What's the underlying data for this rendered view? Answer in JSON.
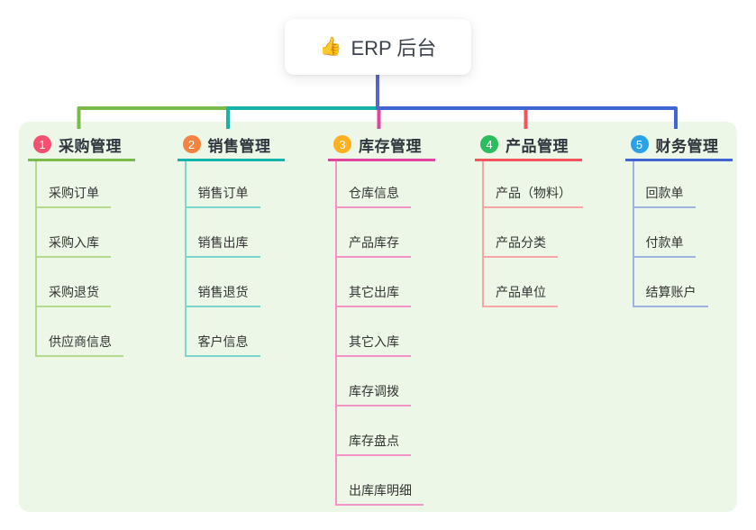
{
  "root": {
    "icon": "👍",
    "label": "ERP 后台"
  },
  "colors": {
    "panel_bg": "#ECF7E7",
    "root_trunk_line": "#5866C4",
    "root_card_bg": "#FFFFFF",
    "root_text": "#3C434C",
    "branch_title_text": "#2F353C",
    "child_text": "#333333"
  },
  "branches": [
    {
      "number": "1",
      "label": "采购管理",
      "badge_color": "#F2506E",
      "line_color": "#7ABA4B",
      "tint_color": "#B3DA8D",
      "children": [
        "采购订单",
        "采购入库",
        "采购退货",
        "供应商信息"
      ]
    },
    {
      "number": "2",
      "label": "销售管理",
      "badge_color": "#F5823D",
      "line_color": "#16B3AB",
      "tint_color": "#7FD6CE",
      "children": [
        "销售订单",
        "销售出库",
        "销售退货",
        "客户信息"
      ]
    },
    {
      "number": "3",
      "label": "库存管理",
      "badge_color": "#FFAF20",
      "line_color": "#E0459E",
      "tint_color": "#F493C7",
      "children": [
        "仓库信息",
        "产品库存",
        "其它出库",
        "其它入库",
        "库存调拨",
        "库存盘点",
        "出库库明细"
      ]
    },
    {
      "number": "4",
      "label": "产品管理",
      "badge_color": "#2CBD5F",
      "line_color": "#F2555C",
      "tint_color": "#F8A5A7",
      "children": [
        "产品（物料）",
        "产品分类",
        "产品单位"
      ]
    },
    {
      "number": "5",
      "label": "财务管理",
      "badge_color": "#2BA2E8",
      "line_color": "#4166D4",
      "tint_color": "#9FB3E3",
      "children": [
        "回款单",
        "付款单",
        "结算账户"
      ]
    }
  ]
}
